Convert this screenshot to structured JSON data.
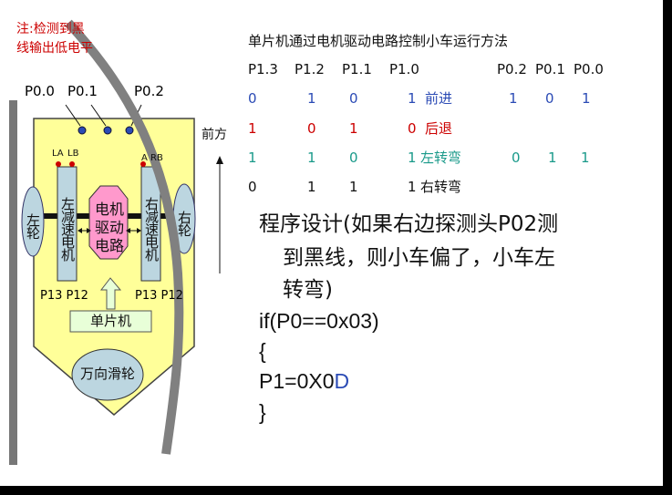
{
  "note": {
    "line1": "注:检测到黑",
    "line2": "线输出低电平"
  },
  "probes": {
    "p00": "P0.0",
    "p01": "P0.1",
    "p02": "P0.2"
  },
  "car": {
    "left_wheel": "左轮",
    "right_wheel": "右轮",
    "left_motor": "左减速电机",
    "right_motor": "右减速电机",
    "driver": "电机驱动电路",
    "mcu": "单片机",
    "caster": "万向滑轮",
    "la": "LA",
    "lb": "LB",
    "ra": "A",
    "rb": "RB",
    "pins_left": "P13 P12",
    "pins_right": "P13 P12"
  },
  "front_label": "前方",
  "table": {
    "title": "单片机通过电机驱动电路控制小车运行方法",
    "headers": [
      "P1.3",
      "P1.2",
      "P1.1",
      "P1.0",
      "P0.2",
      "P0.1",
      "P0.0"
    ],
    "rows": [
      {
        "p13": "0",
        "p12": "1",
        "p11": "0",
        "p10": "1",
        "action": "前进",
        "p02": "1",
        "p01": "0",
        "p00": "1"
      },
      {
        "p13": "1",
        "p12": "0",
        "p11": "1",
        "p10": "0",
        "action": "后退",
        "p02": "",
        "p01": "",
        "p00": ""
      },
      {
        "p13": "1",
        "p12": "1",
        "p11": "0",
        "p10": "1",
        "action": "左转弯",
        "p02": "0",
        "p01": "1",
        "p00": "1"
      },
      {
        "p13": "0",
        "p12": "1",
        "p11": "1",
        "p10": "1",
        "action": "右转弯",
        "p02": "",
        "p01": "",
        "p00": ""
      }
    ],
    "row_colors": [
      "#2b4bb5",
      "#cc0000",
      "#1a9a8a",
      "#111111"
    ]
  },
  "program": {
    "line1": "程序设计(如果右边探测头P02测",
    "line2": "到黑线，则小车偏了，小车左",
    "line3": "转弯)",
    "code1": "if(P0==0x03)",
    "code2": "{",
    "code3a": "P1=0X0",
    "code3b": "D",
    "code4": "}"
  }
}
